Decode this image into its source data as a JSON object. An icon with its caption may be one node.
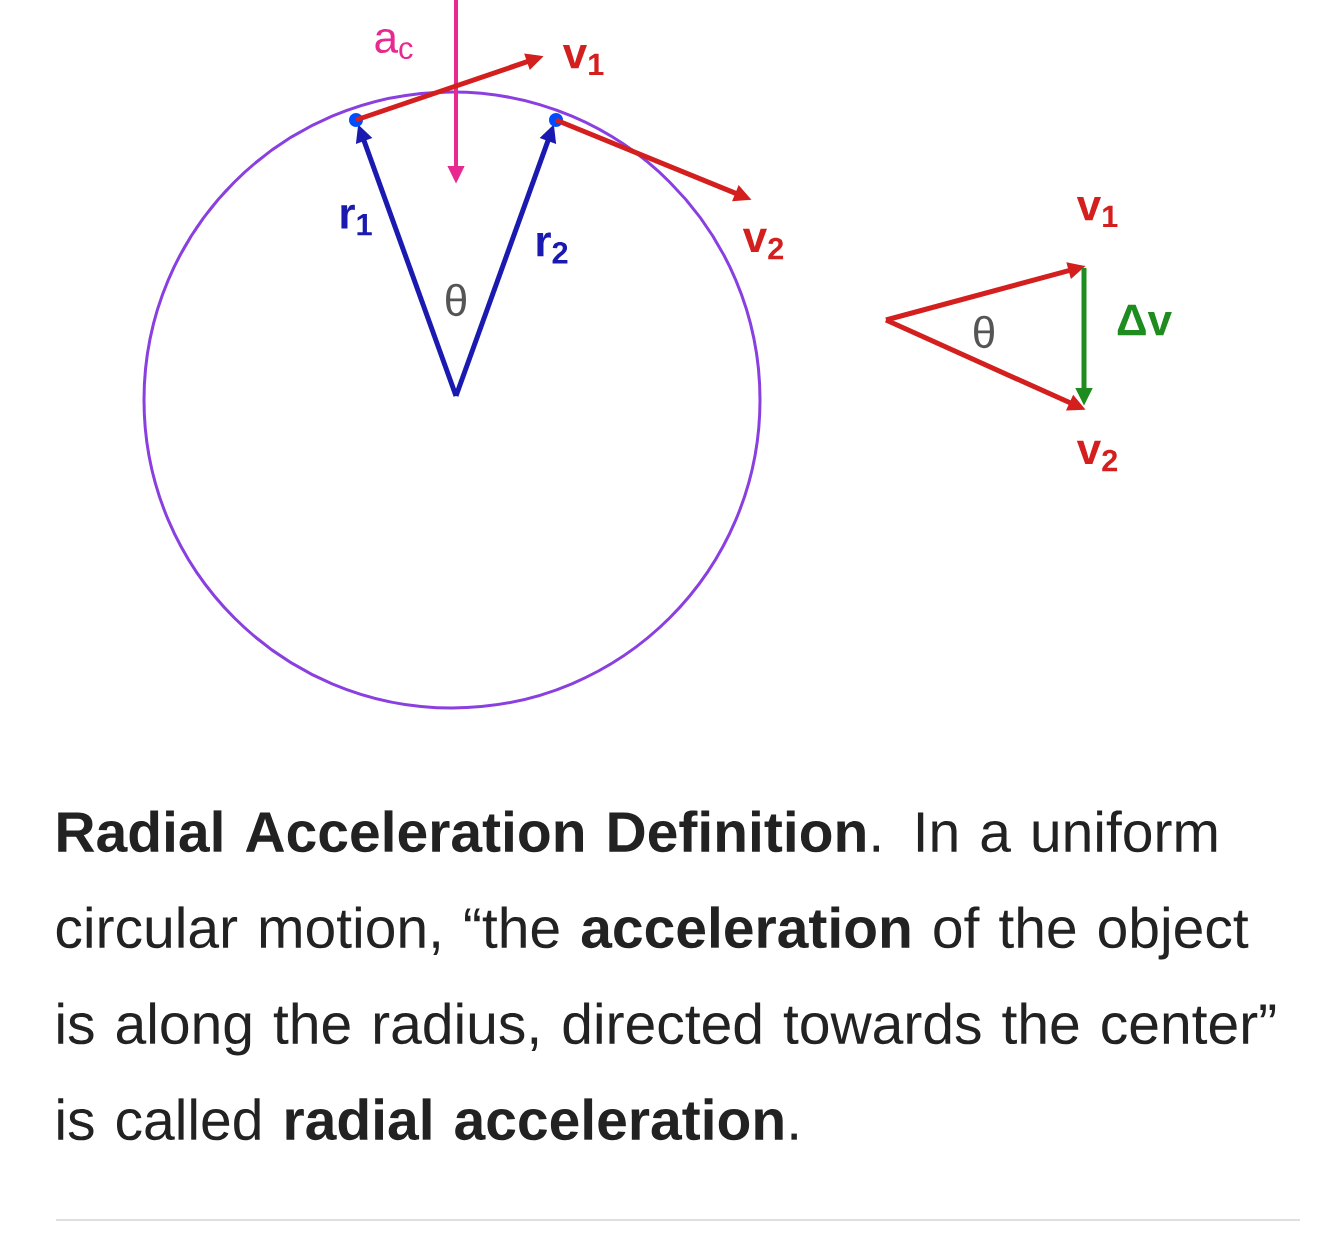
{
  "diagram": {
    "caption": "**Radial Acceleration Definition**. In a uniform circular motion, “the **acceleration** of the object is along the radius, directed towards the center” is called **radial acceleration**.",
    "labels": [
      "a$_{c}$",
      "v$_{1}$",
      "r$_{1}$",
      "r$_{2}$",
      "v$_{2}$",
      "θ",
      "v$_{1}$",
      "θ",
      "Δv",
      "v$_{2}$"
    ]
  }
}
